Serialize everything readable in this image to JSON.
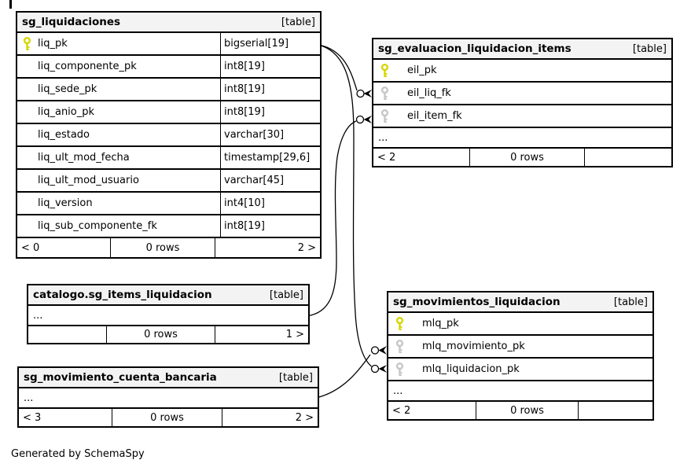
{
  "credit": "Generated by SchemaSpy",
  "colors": {
    "primary_key": "#d6d600",
    "foreign_key": "#c6c6c6",
    "table_header_bg": "#f3f3f3",
    "border": "#000000"
  },
  "tables": [
    {
      "name": "sg_liquidaciones",
      "badge": "[table]",
      "columns": [
        {
          "name": "liq_pk",
          "type": "bigserial[19]",
          "key": "primary"
        },
        {
          "name": "liq_componente_pk",
          "type": "int8[19]",
          "key": "none"
        },
        {
          "name": "liq_sede_pk",
          "type": "int8[19]",
          "key": "none"
        },
        {
          "name": "liq_anio_pk",
          "type": "int8[19]",
          "key": "none"
        },
        {
          "name": "liq_estado",
          "type": "varchar[30]",
          "key": "none"
        },
        {
          "name": "liq_ult_mod_fecha",
          "type": "timestamp[29,6]",
          "key": "none"
        },
        {
          "name": "liq_ult_mod_usuario",
          "type": "varchar[45]",
          "key": "none"
        },
        {
          "name": "liq_version",
          "type": "int4[10]",
          "key": "none"
        },
        {
          "name": "liq_sub_componente_fk",
          "type": "int8[19]",
          "key": "none"
        }
      ],
      "footer": {
        "left": "< 0",
        "center": "0 rows",
        "right": "2 >"
      }
    },
    {
      "name": "sg_evaluacion_liquidacion_items",
      "badge": "[table]",
      "columns": [
        {
          "name": "eil_pk",
          "key": "primary"
        },
        {
          "name": "eil_liq_fk",
          "key": "foreign"
        },
        {
          "name": "eil_item_fk",
          "key": "foreign"
        }
      ],
      "ellipsis": "...",
      "footer": {
        "left": "< 2",
        "center": "0 rows",
        "right": ""
      }
    },
    {
      "name": "catalogo.sg_items_liquidacion",
      "badge": "[table]",
      "ellipsis": "...",
      "footer": {
        "left": "",
        "center": "0 rows",
        "right": "1 >"
      }
    },
    {
      "name": "sg_movimiento_cuenta_bancaria",
      "badge": "[table]",
      "ellipsis": "...",
      "footer": {
        "left": "< 3",
        "center": "0 rows",
        "right": "2 >"
      }
    },
    {
      "name": "sg_movimientos_liquidacion",
      "badge": "[table]",
      "columns": [
        {
          "name": "mlq_pk",
          "key": "primary"
        },
        {
          "name": "mlq_movimiento_pk",
          "key": "foreign"
        },
        {
          "name": "mlq_liquidacion_pk",
          "key": "foreign"
        }
      ],
      "ellipsis": "...",
      "footer": {
        "left": "< 2",
        "center": "0 rows",
        "right": ""
      }
    }
  ],
  "relationships": [
    {
      "from": "sg_liquidaciones.liq_pk",
      "to": "sg_evaluacion_liquidacion_items.eil_liq_fk"
    },
    {
      "from": "sg_liquidaciones.liq_pk",
      "to": "sg_movimientos_liquidacion.mlq_liquidacion_pk"
    },
    {
      "from": "catalogo.sg_items_liquidacion",
      "to": "sg_evaluacion_liquidacion_items.eil_item_fk"
    },
    {
      "from": "sg_movimiento_cuenta_bancaria",
      "to": "sg_movimientos_liquidacion.mlq_movimiento_pk"
    }
  ]
}
